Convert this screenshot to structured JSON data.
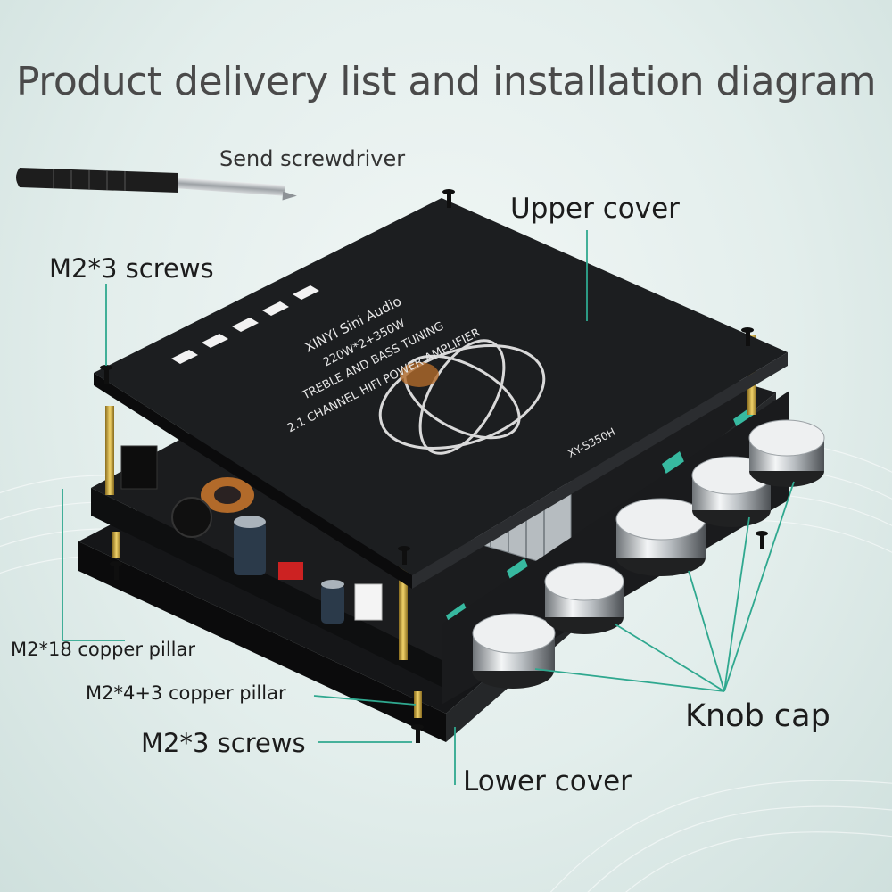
{
  "title": "Product delivery list and installation diagram",
  "labels": {
    "screwdriver": "Send screwdriver",
    "upper_cover": "Upper cover",
    "m2x3_top": "M2*3 screws",
    "pillar_18": "M2*18 copper pillar",
    "pillar_4_3": "M2*4+3 copper pillar",
    "m2x3_bottom": "M2*3 screws",
    "lower_cover": "Lower cover",
    "knob_cap": "Knob cap"
  },
  "board_text": {
    "brand": "XINYI Sini Audio",
    "power": "220W*2+350W",
    "tuning": "TREBLE AND BASS TUNING",
    "channel": "2.1 CHANNEL HIFI POWER AMPLIFIER",
    "model": "XY-S350H"
  },
  "colors": {
    "leader_line": "#2fa88f",
    "board": "#202224",
    "title": "#4a4a4a"
  }
}
